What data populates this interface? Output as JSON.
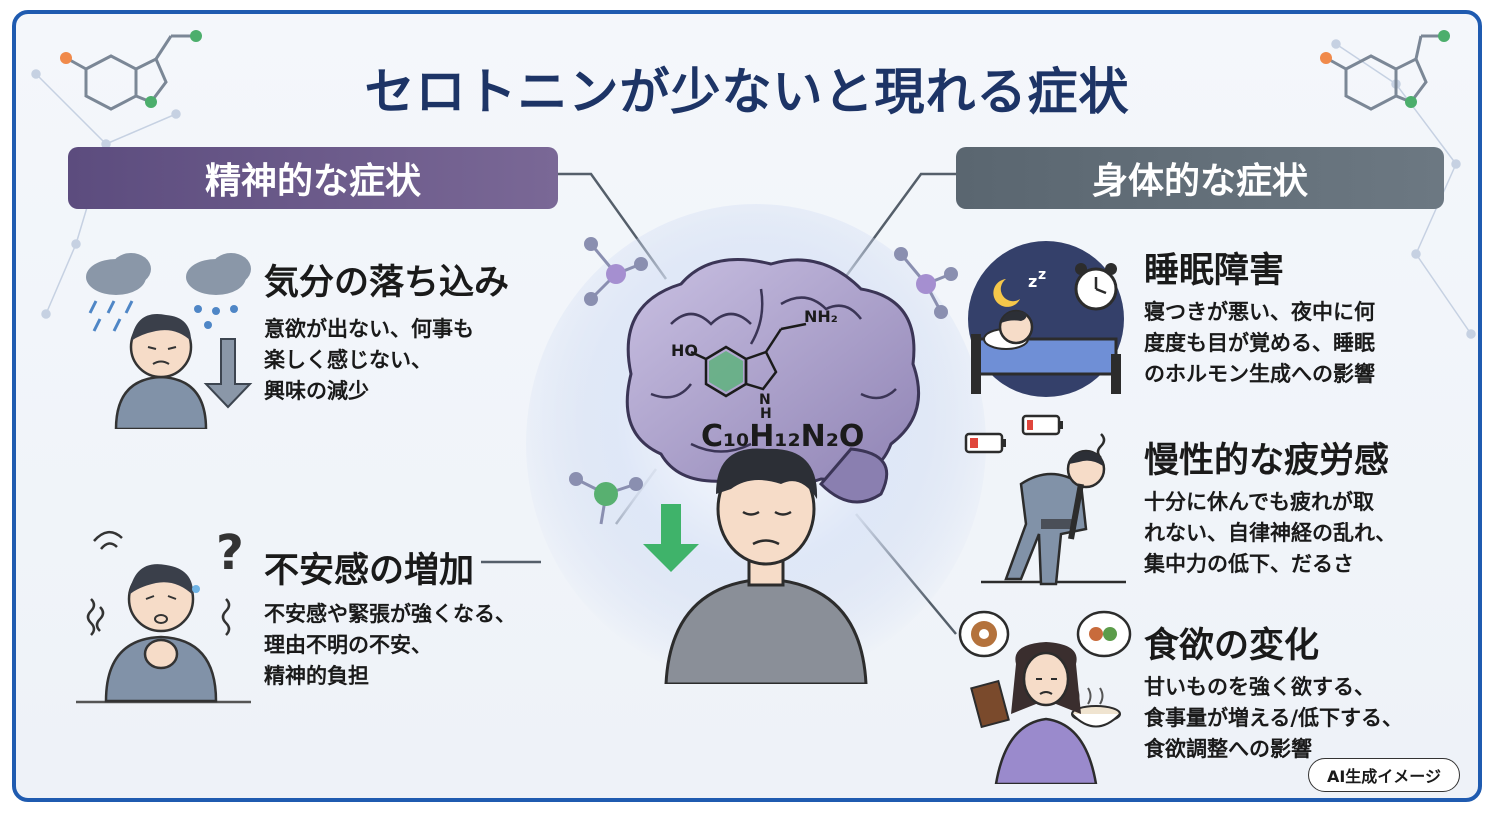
{
  "title": "セロトニンが少ないと現れる症状",
  "left_section": {
    "header": "精神的な症状",
    "items": [
      {
        "title": "気分の落ち込み",
        "desc": [
          "意欲が出ない、何事も",
          "楽しく感じない、",
          "興味の減少"
        ],
        "icon": "depressed-person-rain-icon"
      },
      {
        "title": "不安感の増加",
        "desc": [
          "不安感や緊張が強くなる、",
          "理由不明の不安、",
          "精神的負担"
        ],
        "icon": "anxious-person-icon"
      }
    ]
  },
  "right_section": {
    "header": "身体的な症状",
    "items": [
      {
        "title": "睡眠障害",
        "desc": [
          "寝つきが悪い、夜中に何",
          "度度も目が覚める、睡眠",
          "のホルモン生成への影響"
        ],
        "icon": "sleepless-person-icon"
      },
      {
        "title": "慢性的な疲労感",
        "desc": [
          "十分に休んでも疲れが取",
          "れない、自律神経の乱れ、",
          "集中力の低下、だるさ"
        ],
        "icon": "tired-person-icon"
      },
      {
        "title": "食欲の変化",
        "desc": [
          "甘いものを強く欲する、",
          "食事量が増える/低下する、",
          "食欲調整への影響"
        ],
        "icon": "appetite-change-icon"
      }
    ]
  },
  "center": {
    "molecule_ho": "HO",
    "molecule_nh2": "NH₂",
    "molecule_nh": "N",
    "molecule_h": "H",
    "formula": "C₁₀H₁₂N₂O",
    "icon": "brain-serotonin-icon"
  },
  "badge": "AI生成イメージ",
  "colors": {
    "frame_border": "#1f5bb0",
    "title": "#1d3466",
    "left_header": "#5c4c7e",
    "right_header": "#5a6670",
    "down_arrow": "#3fb36a"
  }
}
